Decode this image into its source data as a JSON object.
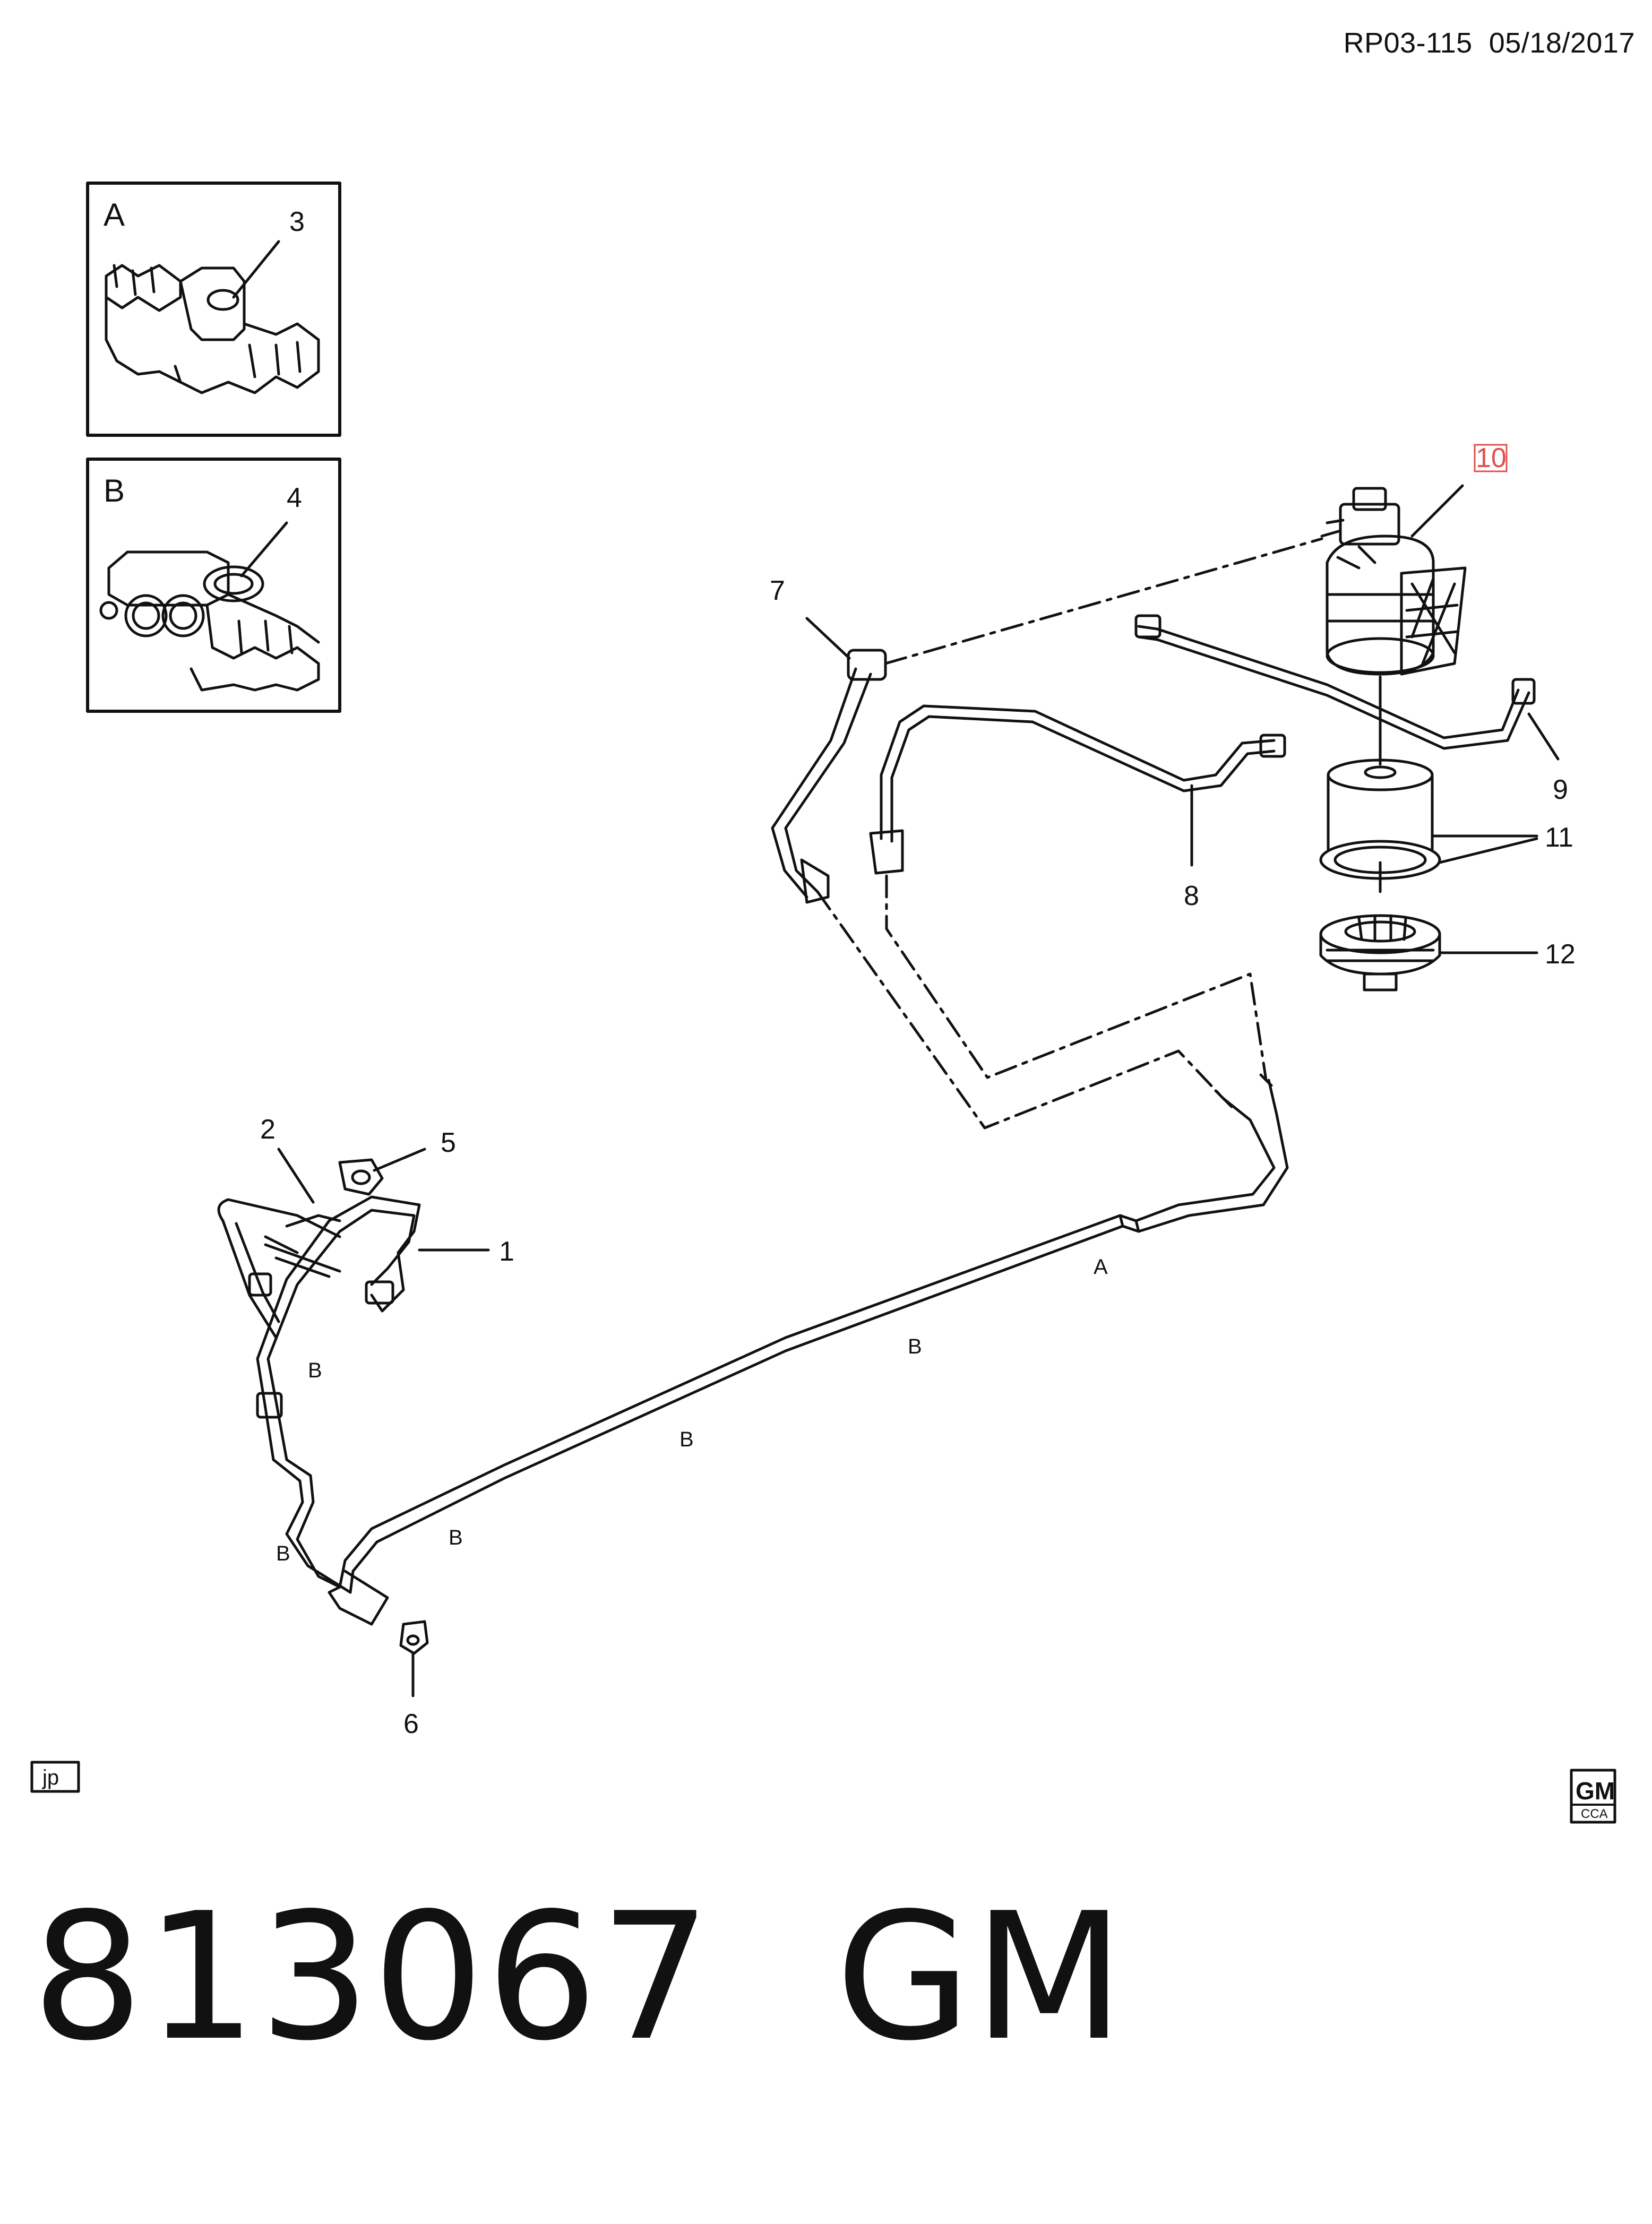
{
  "header": {
    "ref": "RP03-115",
    "date": "05/18/2017"
  },
  "insets": [
    {
      "letter": "A",
      "callout": "3"
    },
    {
      "letter": "B",
      "callout": "4"
    }
  ],
  "callouts": {
    "c1": "1",
    "c2": "2",
    "c5": "5",
    "c6": "6",
    "c7": "7",
    "c8": "8",
    "c9": "9",
    "c10": "10",
    "c11": "11",
    "c12": "12"
  },
  "line_labels": {
    "a1": "A",
    "b1": "B",
    "b2": "B",
    "b3": "B",
    "b4": "B",
    "b5": "B"
  },
  "tag": "jp",
  "logo": {
    "top": "GM",
    "bottom": "CCA"
  },
  "footer": {
    "part_number": "813067",
    "brand": "GM"
  },
  "colors": {
    "ink": "#111111",
    "highlight": "#e05050",
    "background": "#ffffff"
  }
}
